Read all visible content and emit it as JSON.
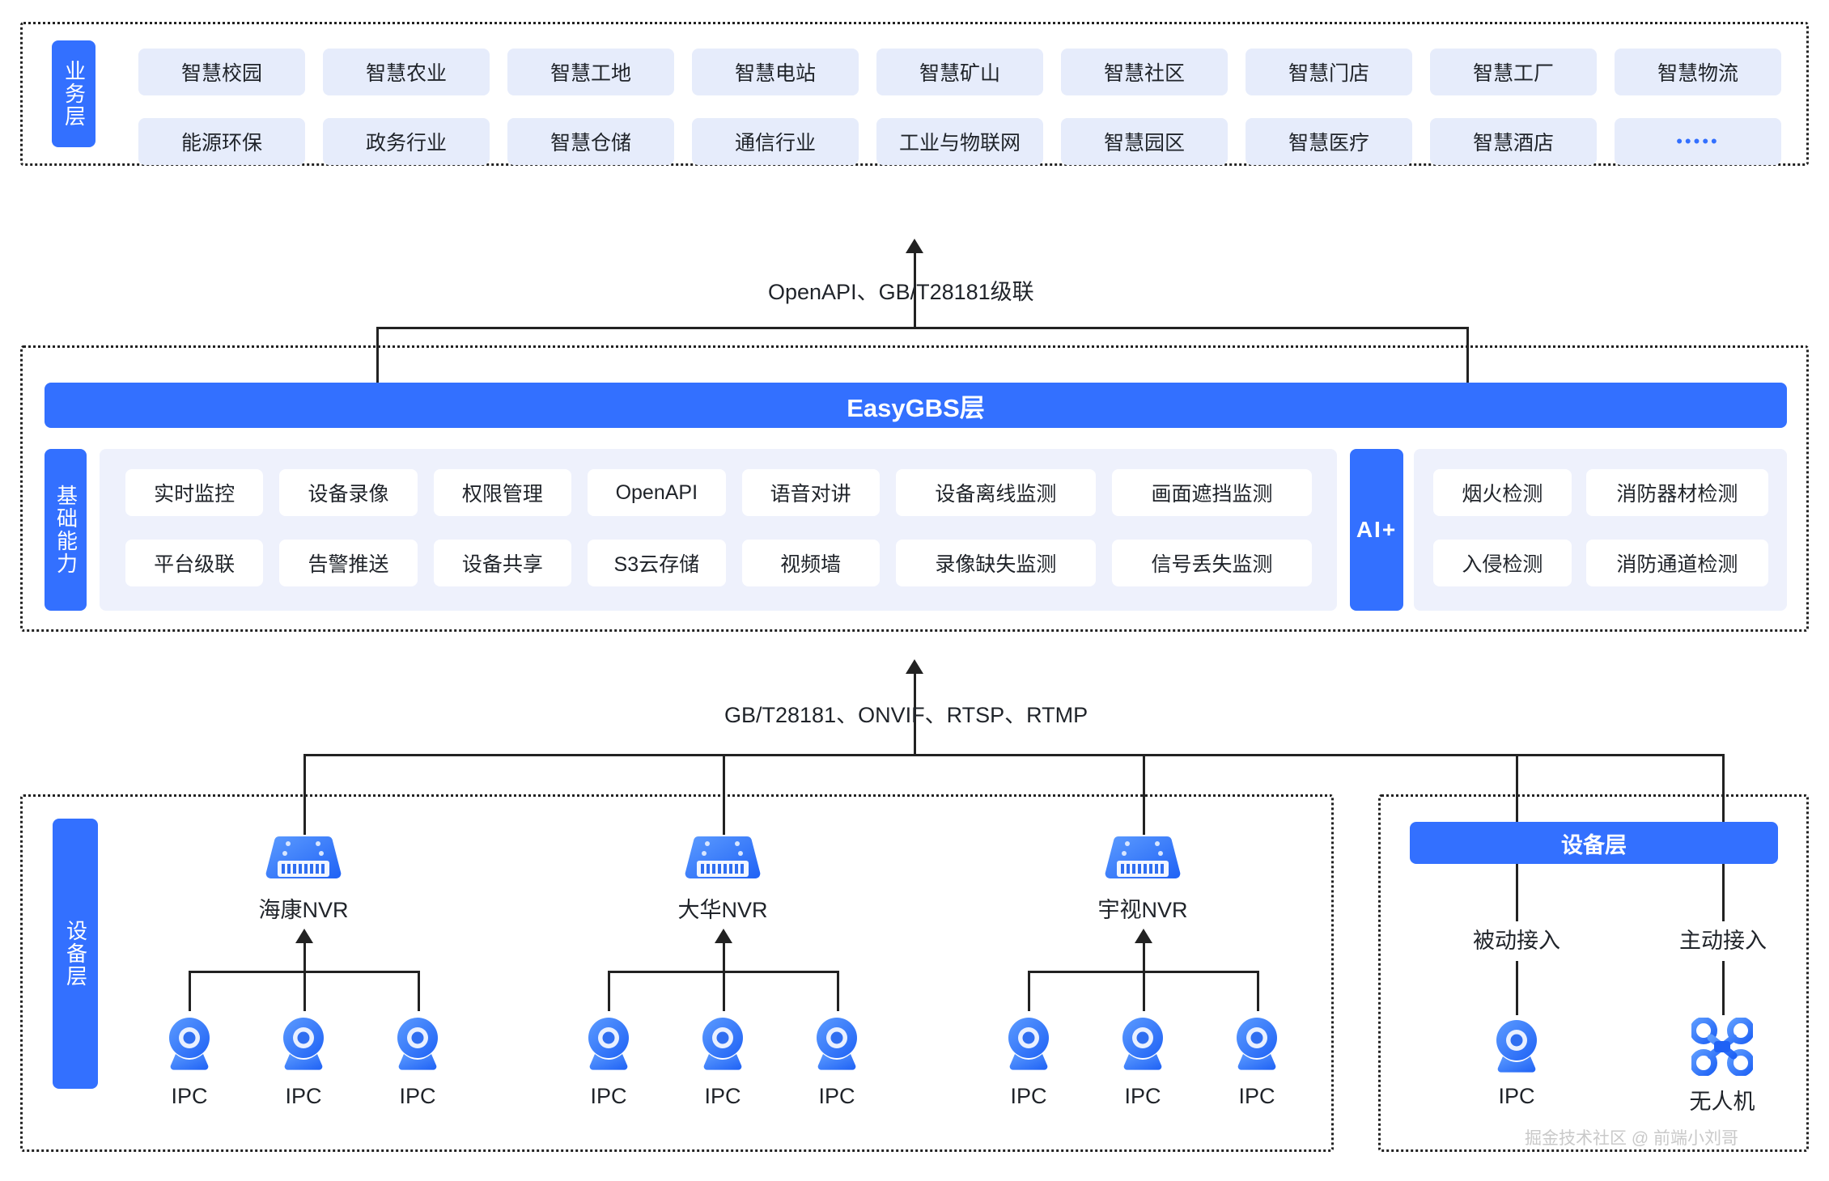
{
  "business_layer": {
    "label": "业务层",
    "row1": [
      "智慧校园",
      "智慧农业",
      "智慧工地",
      "智慧电站",
      "智慧矿山",
      "智慧社区",
      "智慧门店",
      "智慧工厂",
      "智慧物流"
    ],
    "row2": [
      "能源环保",
      "政务行业",
      "智慧仓储",
      "通信行业",
      "工业与物联网",
      "智慧园区",
      "智慧医疗",
      "智慧酒店",
      "•••••"
    ]
  },
  "connector_top": {
    "label": "OpenAPI、GB/T28181级联"
  },
  "platform_layer": {
    "title": "EasyGBS层",
    "capability_label": "基础能力",
    "capabilities_row1": [
      "实时监控",
      "设备录像",
      "权限管理",
      "OpenAPI",
      "语音对讲",
      "设备离线监测",
      "画面遮挡监测"
    ],
    "capabilities_row2": [
      "平台级联",
      "告警推送",
      "设备共享",
      "S3云存储",
      "视频墙",
      "录像缺失监测",
      "信号丢失监测"
    ],
    "ai_label": "AI+",
    "ai_row1": [
      "烟火检测",
      "消防器材检测"
    ],
    "ai_row2": [
      "入侵检测",
      "消防通道检测"
    ]
  },
  "connector_bottom": {
    "label": "GB/T28181、ONVIF、RTSP、RTMP"
  },
  "device_layer_left": {
    "label": "设备层",
    "groups": [
      {
        "nvr": "海康NVR",
        "cameras": [
          "IPC",
          "IPC",
          "IPC"
        ]
      },
      {
        "nvr": "大华NVR",
        "cameras": [
          "IPC",
          "IPC",
          "IPC"
        ]
      },
      {
        "nvr": "宇视NVR",
        "cameras": [
          "IPC",
          "IPC",
          "IPC"
        ]
      }
    ]
  },
  "device_layer_right": {
    "title": "设备层",
    "branches": [
      {
        "mode": "被动接入",
        "device": "IPC",
        "icon": "ipc-camera-icon"
      },
      {
        "mode": "主动接入",
        "device": "无人机",
        "icon": "drone-icon"
      }
    ]
  },
  "watermark": {
    "text": "掘金技术社区 @ 前端小刘哥"
  },
  "colors": {
    "accent": "#3370ff",
    "chip_bg": "#e6ecfb",
    "panel_bg": "#eef1fc",
    "line": "#222222"
  }
}
